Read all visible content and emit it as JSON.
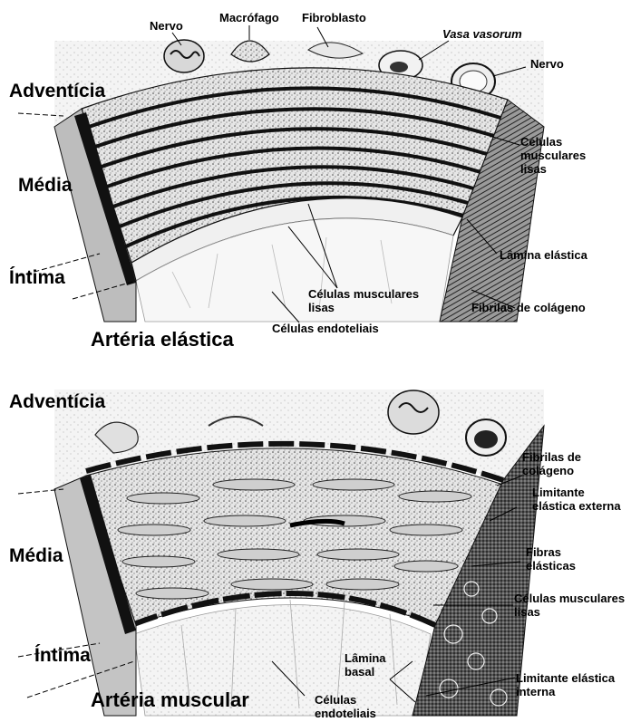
{
  "top": {
    "layers": {
      "adventicia": "Adventícia",
      "media": "Média",
      "intima": "Íntima"
    },
    "title": "Artéria elástica",
    "labels": {
      "nervo_left": "Nervo",
      "macrofago": "Macrófago",
      "fibroblasto": "Fibroblasto",
      "vasa_vasorum": "Vasa vasorum",
      "nervo_right": "Nervo",
      "celulas_musculares_lisas": "Células musculares lisas",
      "lamina_elastica": "Lâmina elástica",
      "celulas_musculares_lisas_bottom": "Células musculares lisas",
      "fibrilas_colageno": "Fibrilas de colágeno",
      "celulas_endoteliais": "Células endoteliais"
    }
  },
  "bottom": {
    "layers": {
      "adventicia": "Adventícia",
      "media": "Média",
      "intima": "Íntima"
    },
    "title": "Artéria muscular",
    "labels": {
      "fibrilas_colageno": "Fibrilas de colágeno",
      "limitante_externa": "Limitante elástica externa",
      "fibras_elasticas": "Fibras elásticas",
      "celulas_musculares_lisas": "Células musculares lisas",
      "lamina_basal": "Lâmina basal",
      "limitante_interna": "Limitante elástica interna",
      "celulas_endoteliais": "Células endoteliais"
    }
  }
}
